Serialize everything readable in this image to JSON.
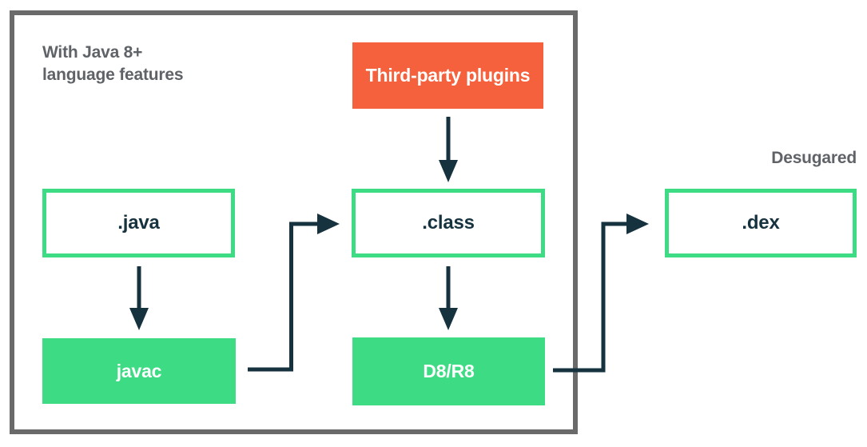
{
  "diagram": {
    "caption": {
      "line1": "With Java 8+",
      "line2": "language features"
    },
    "desugared_label": "Desugared",
    "nodes": {
      "third_party": {
        "label": "Third-party plugins",
        "kind": "plugin"
      },
      "java": {
        "label": ".java",
        "kind": "file"
      },
      "class": {
        "label": ".class",
        "kind": "file"
      },
      "dex": {
        "label": ".dex",
        "kind": "file"
      },
      "javac": {
        "label": "javac",
        "kind": "tool"
      },
      "d8r8": {
        "label": "D8/R8",
        "kind": "tool"
      }
    },
    "flows": [
      "third_party -> class",
      "java -> javac",
      "javac -> class",
      "class -> d8r8",
      "d8r8 -> dex"
    ],
    "colors": {
      "green": "#3DDC84",
      "orange": "#F4613C",
      "arrow_navy": "#16323F",
      "border_gray": "#6A6A6A",
      "caption_gray": "#5F6368"
    }
  }
}
